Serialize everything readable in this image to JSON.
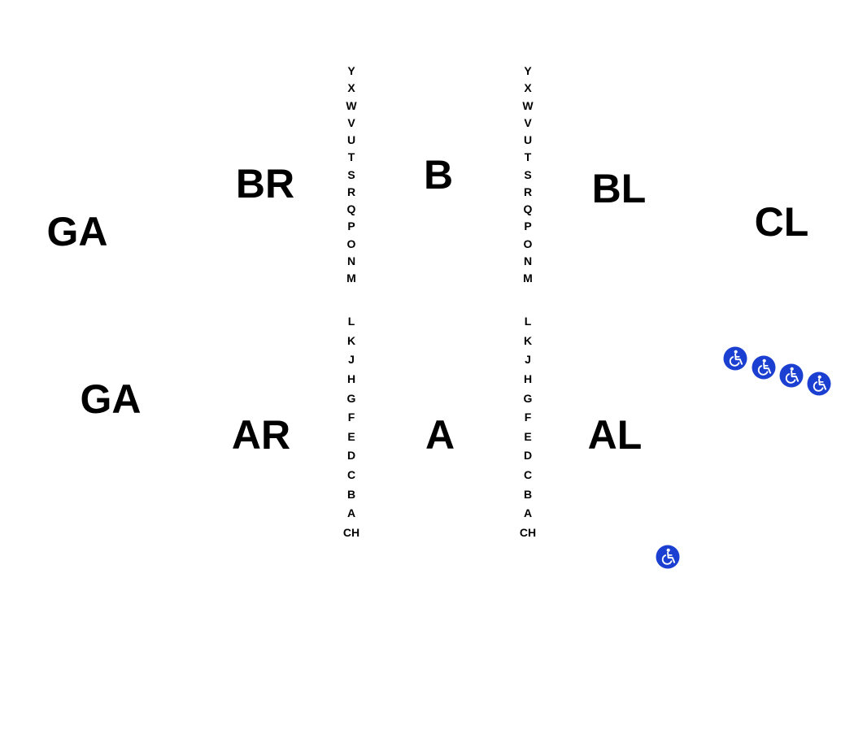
{
  "sections": [
    {
      "id": "ga-upper",
      "label": "GA"
    },
    {
      "id": "br",
      "label": "BR"
    },
    {
      "id": "b",
      "label": "B"
    },
    {
      "id": "bl",
      "label": "BL"
    },
    {
      "id": "cl",
      "label": "CL"
    },
    {
      "id": "ga-lower",
      "label": "GA"
    },
    {
      "id": "ar",
      "label": "AR"
    },
    {
      "id": "a",
      "label": "A"
    },
    {
      "id": "al",
      "label": "AL"
    }
  ],
  "aisles": [
    {
      "id": "left-aisle",
      "upper_rows": [
        "Y",
        "X",
        "W",
        "V",
        "U",
        "T",
        "S",
        "R",
        "Q",
        "P",
        "O",
        "N",
        "M"
      ],
      "lower_rows": [
        "L",
        "K",
        "J",
        "H",
        "G",
        "F",
        "E",
        "D",
        "C",
        "B",
        "A",
        "CH"
      ]
    },
    {
      "id": "right-aisle",
      "upper_rows": [
        "Y",
        "X",
        "W",
        "V",
        "U",
        "T",
        "S",
        "R",
        "Q",
        "P",
        "O",
        "N",
        "M"
      ],
      "lower_rows": [
        "L",
        "K",
        "J",
        "H",
        "G",
        "F",
        "E",
        "D",
        "C",
        "B",
        "A",
        "CH"
      ]
    }
  ],
  "wheelchair_icon": "wheelchair-accessible-icon",
  "wheelchair_color": "#1a3fd1",
  "wheelchair_spot_count": 5
}
